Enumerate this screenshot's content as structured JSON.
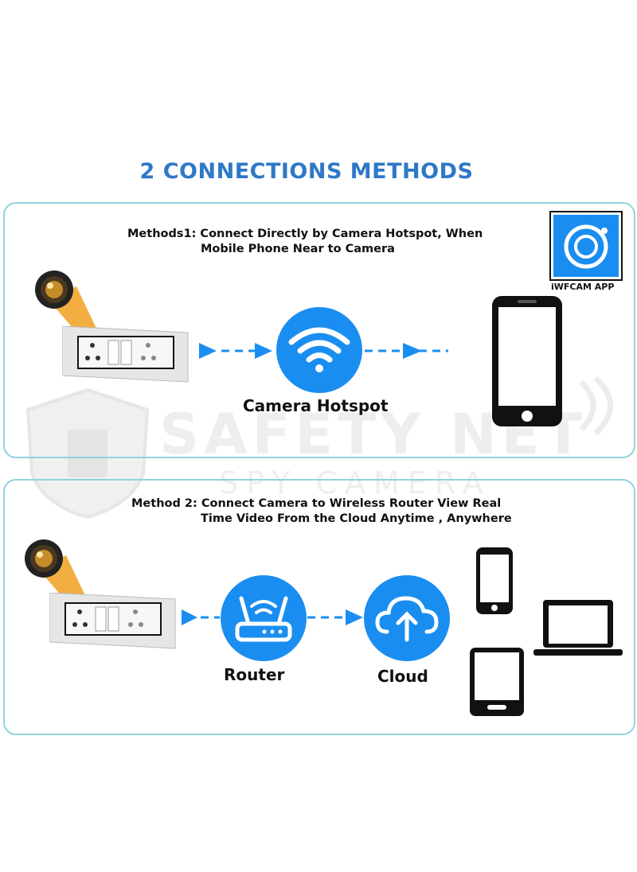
{
  "title": "2 CONNECTIONS METHODS",
  "watermark": {
    "brand": "SAFETY NET",
    "tagline": "SPY CAMERA"
  },
  "method1": {
    "line1": "Methods1: Connect Directly by Camera Hotspot, When",
    "line2": "Mobile Phone Near to Camera",
    "node_label": "Camera Hotspot",
    "app_label": "iWFCAM APP"
  },
  "method2": {
    "line1": "Method 2: Connect Camera to Wireless Router View Real",
    "line2": "Time Video From the Cloud Anytime , Anywhere",
    "router_label": "Router",
    "cloud_label": "Cloud"
  },
  "colors": {
    "accent": "#1a8ef0",
    "title": "#2e78c8",
    "panel_border": "#8fd4dd"
  },
  "icons": [
    "camera-lens-icon",
    "wall-switch-icon",
    "wifi-icon",
    "smartphone-icon",
    "app-logo-icon",
    "router-icon",
    "cloud-upload-icon",
    "laptop-icon",
    "tablet-icon",
    "arrow-right-icon"
  ]
}
